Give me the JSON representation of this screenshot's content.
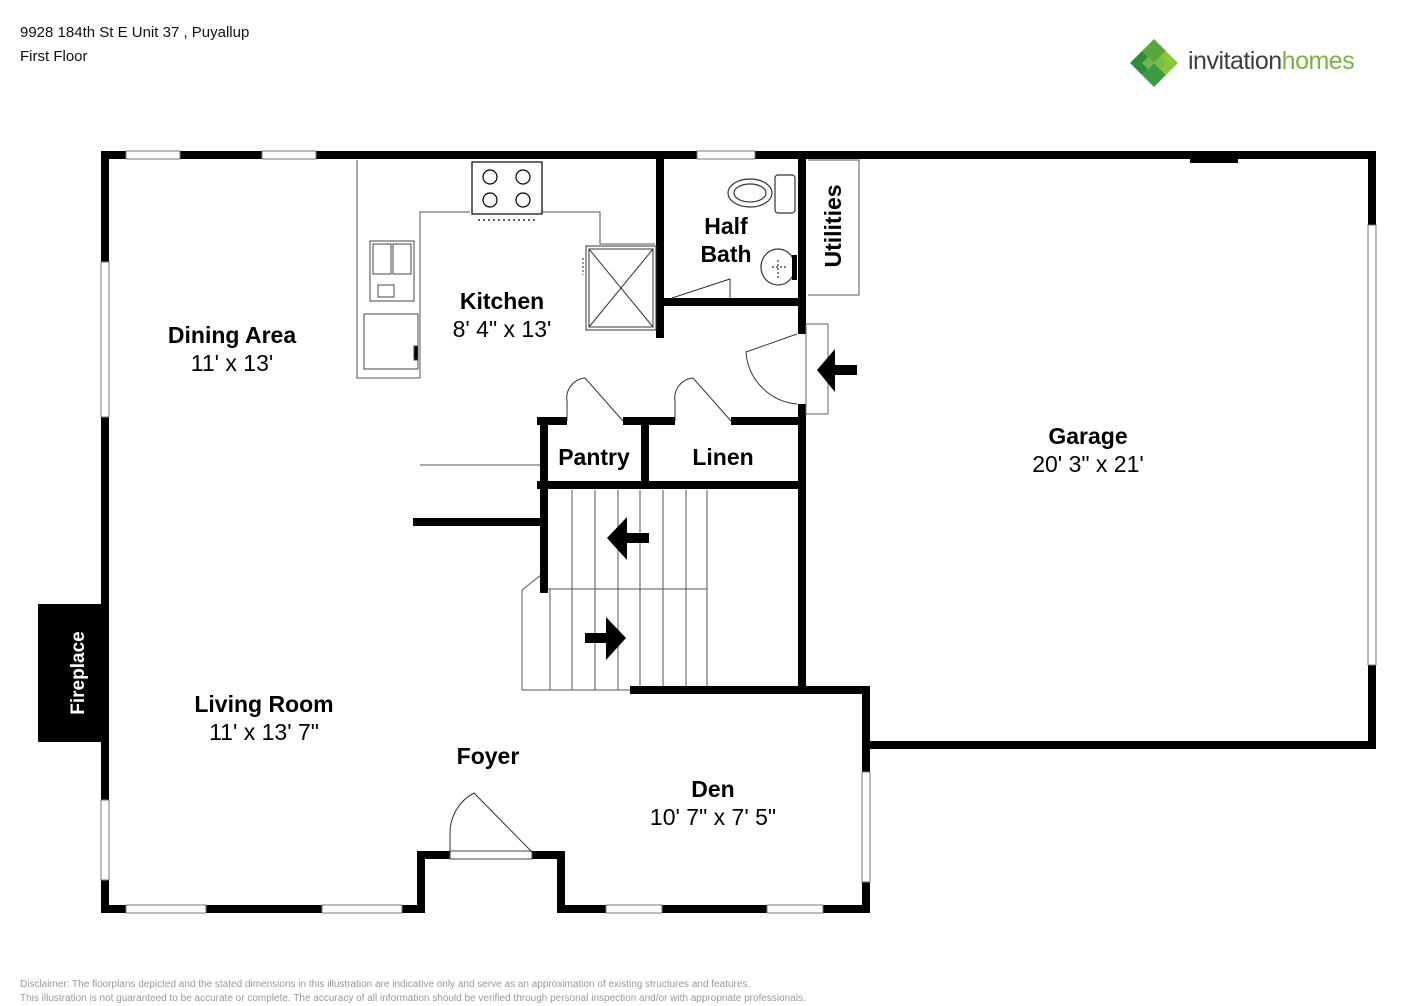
{
  "header": {
    "address": "9928 184th St E Unit 37 , Puyallup",
    "floor": "First Floor"
  },
  "logo": {
    "part1": "invitation",
    "part2": "homes",
    "mark": "diamond-cluster-logo",
    "colors": {
      "dark_green": "#2e8b3e",
      "light_green": "#8cc63f",
      "text_gray": "#3f3f3f"
    }
  },
  "rooms": {
    "dining": {
      "name": "Dining Area",
      "dims": "11' x 13'"
    },
    "kitchen": {
      "name": "Kitchen",
      "dims": "8' 4\" x 13'"
    },
    "half_bath": {
      "name_line1": "Half",
      "name_line2": "Bath"
    },
    "utilities": {
      "name": "Utilities"
    },
    "garage": {
      "name": "Garage",
      "dims": "20' 3\" x 21'"
    },
    "pantry": {
      "name": "Pantry"
    },
    "linen": {
      "name": "Linen"
    },
    "living": {
      "name": "Living Room",
      "dims": "11' x 13' 7\""
    },
    "foyer": {
      "name": "Foyer"
    },
    "den": {
      "name": "Den",
      "dims": "10' 7\" x 7' 5\""
    },
    "fireplace": {
      "name": "Fireplace"
    }
  },
  "disclaimer": {
    "line1": "Disclaimer: The floorplans depicted and the stated dimensions in this illustration are indicative only and serve as an approximation of existing structures and features.",
    "line2": "This illustration is not guaranteed to be accurate or complete. The accuracy of all information should be verified through personal inspection and/or with appropriate professionals."
  }
}
